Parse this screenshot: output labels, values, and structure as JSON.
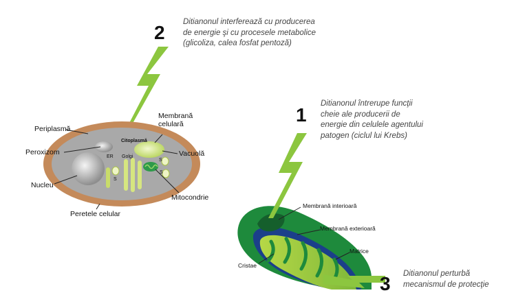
{
  "steps": [
    {
      "number": "2",
      "lines": [
        "Ditianonul interferează cu producerea",
        "de energie şi cu procesele metabolice",
        "(glicoliza, calea fosfat pentoză)"
      ]
    },
    {
      "number": "1",
      "lines": [
        "Ditianonul întrerupe funcţii",
        "cheie ale producerii de",
        "energie din celulele agentului",
        "patogen (ciclul lui Krebs)"
      ]
    },
    {
      "number": "3",
      "lines": [
        "Ditianonul perturbă",
        "mecanismul de protecţie"
      ]
    }
  ],
  "cell_labels": {
    "periplasma": "Periplasmă",
    "peroxizom": "Peroxizom",
    "nucleu": "Nucleu",
    "peretele": "Peretele celular",
    "citoplasma": "Citoplasmă",
    "er": "ER",
    "golgi": "Golgi",
    "s1": "S",
    "s2": "S",
    "s3": "S",
    "membrana_celulara_1": "Membrană",
    "membrana_celulara_2": "celulară",
    "vacuola": "Vacuolă",
    "mitocondrie": "Mitocondrie"
  },
  "mito_labels": {
    "interioara": "Membrană interioară",
    "exterioara": "Membrană exterioară",
    "matrice": "Matrice",
    "cristae": "Cristae"
  },
  "colors": {
    "bolt": "#8cc63f",
    "cell_wall": "#c48a5a",
    "cytoplasm": "#a9a9a9",
    "mito_outer": "#1e8a3c",
    "mito_inner": "#8cc63f"
  }
}
